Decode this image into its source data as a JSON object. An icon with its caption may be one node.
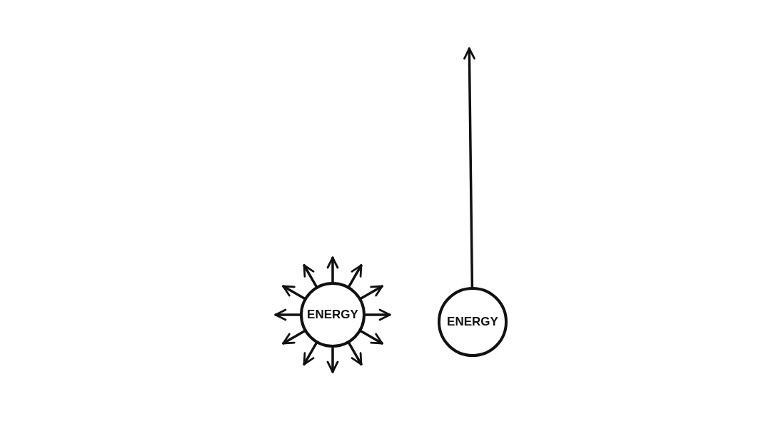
{
  "diagram": {
    "nodes": [
      {
        "text": [
          "ENERGY"
        ]
      },
      {
        "text": [
          "ENERGY"
        ]
      }
    ],
    "edges": [
      {
        "from": 0,
        "to": null,
        "arrow": "to"
      },
      {
        "from": 0,
        "to": null,
        "arrow": "to"
      },
      {
        "from": 0,
        "to": null,
        "arrow": "to"
      },
      {
        "from": 0,
        "to": null,
        "arrow": "to"
      },
      {
        "from": 0,
        "to": null,
        "arrow": "to"
      },
      {
        "from": 0,
        "to": null,
        "arrow": "to"
      },
      {
        "from": 0,
        "to": null,
        "arrow": "to"
      },
      {
        "from": 0,
        "to": null,
        "arrow": "to"
      },
      {
        "from": 0,
        "to": null,
        "arrow": "to"
      },
      {
        "from": 0,
        "to": null,
        "arrow": "to"
      },
      {
        "from": 0,
        "to": null,
        "arrow": "to"
      },
      {
        "from": 0,
        "to": null,
        "arrow": "to"
      },
      {
        "from": 1,
        "to": null,
        "arrow": "to"
      }
    ]
  }
}
